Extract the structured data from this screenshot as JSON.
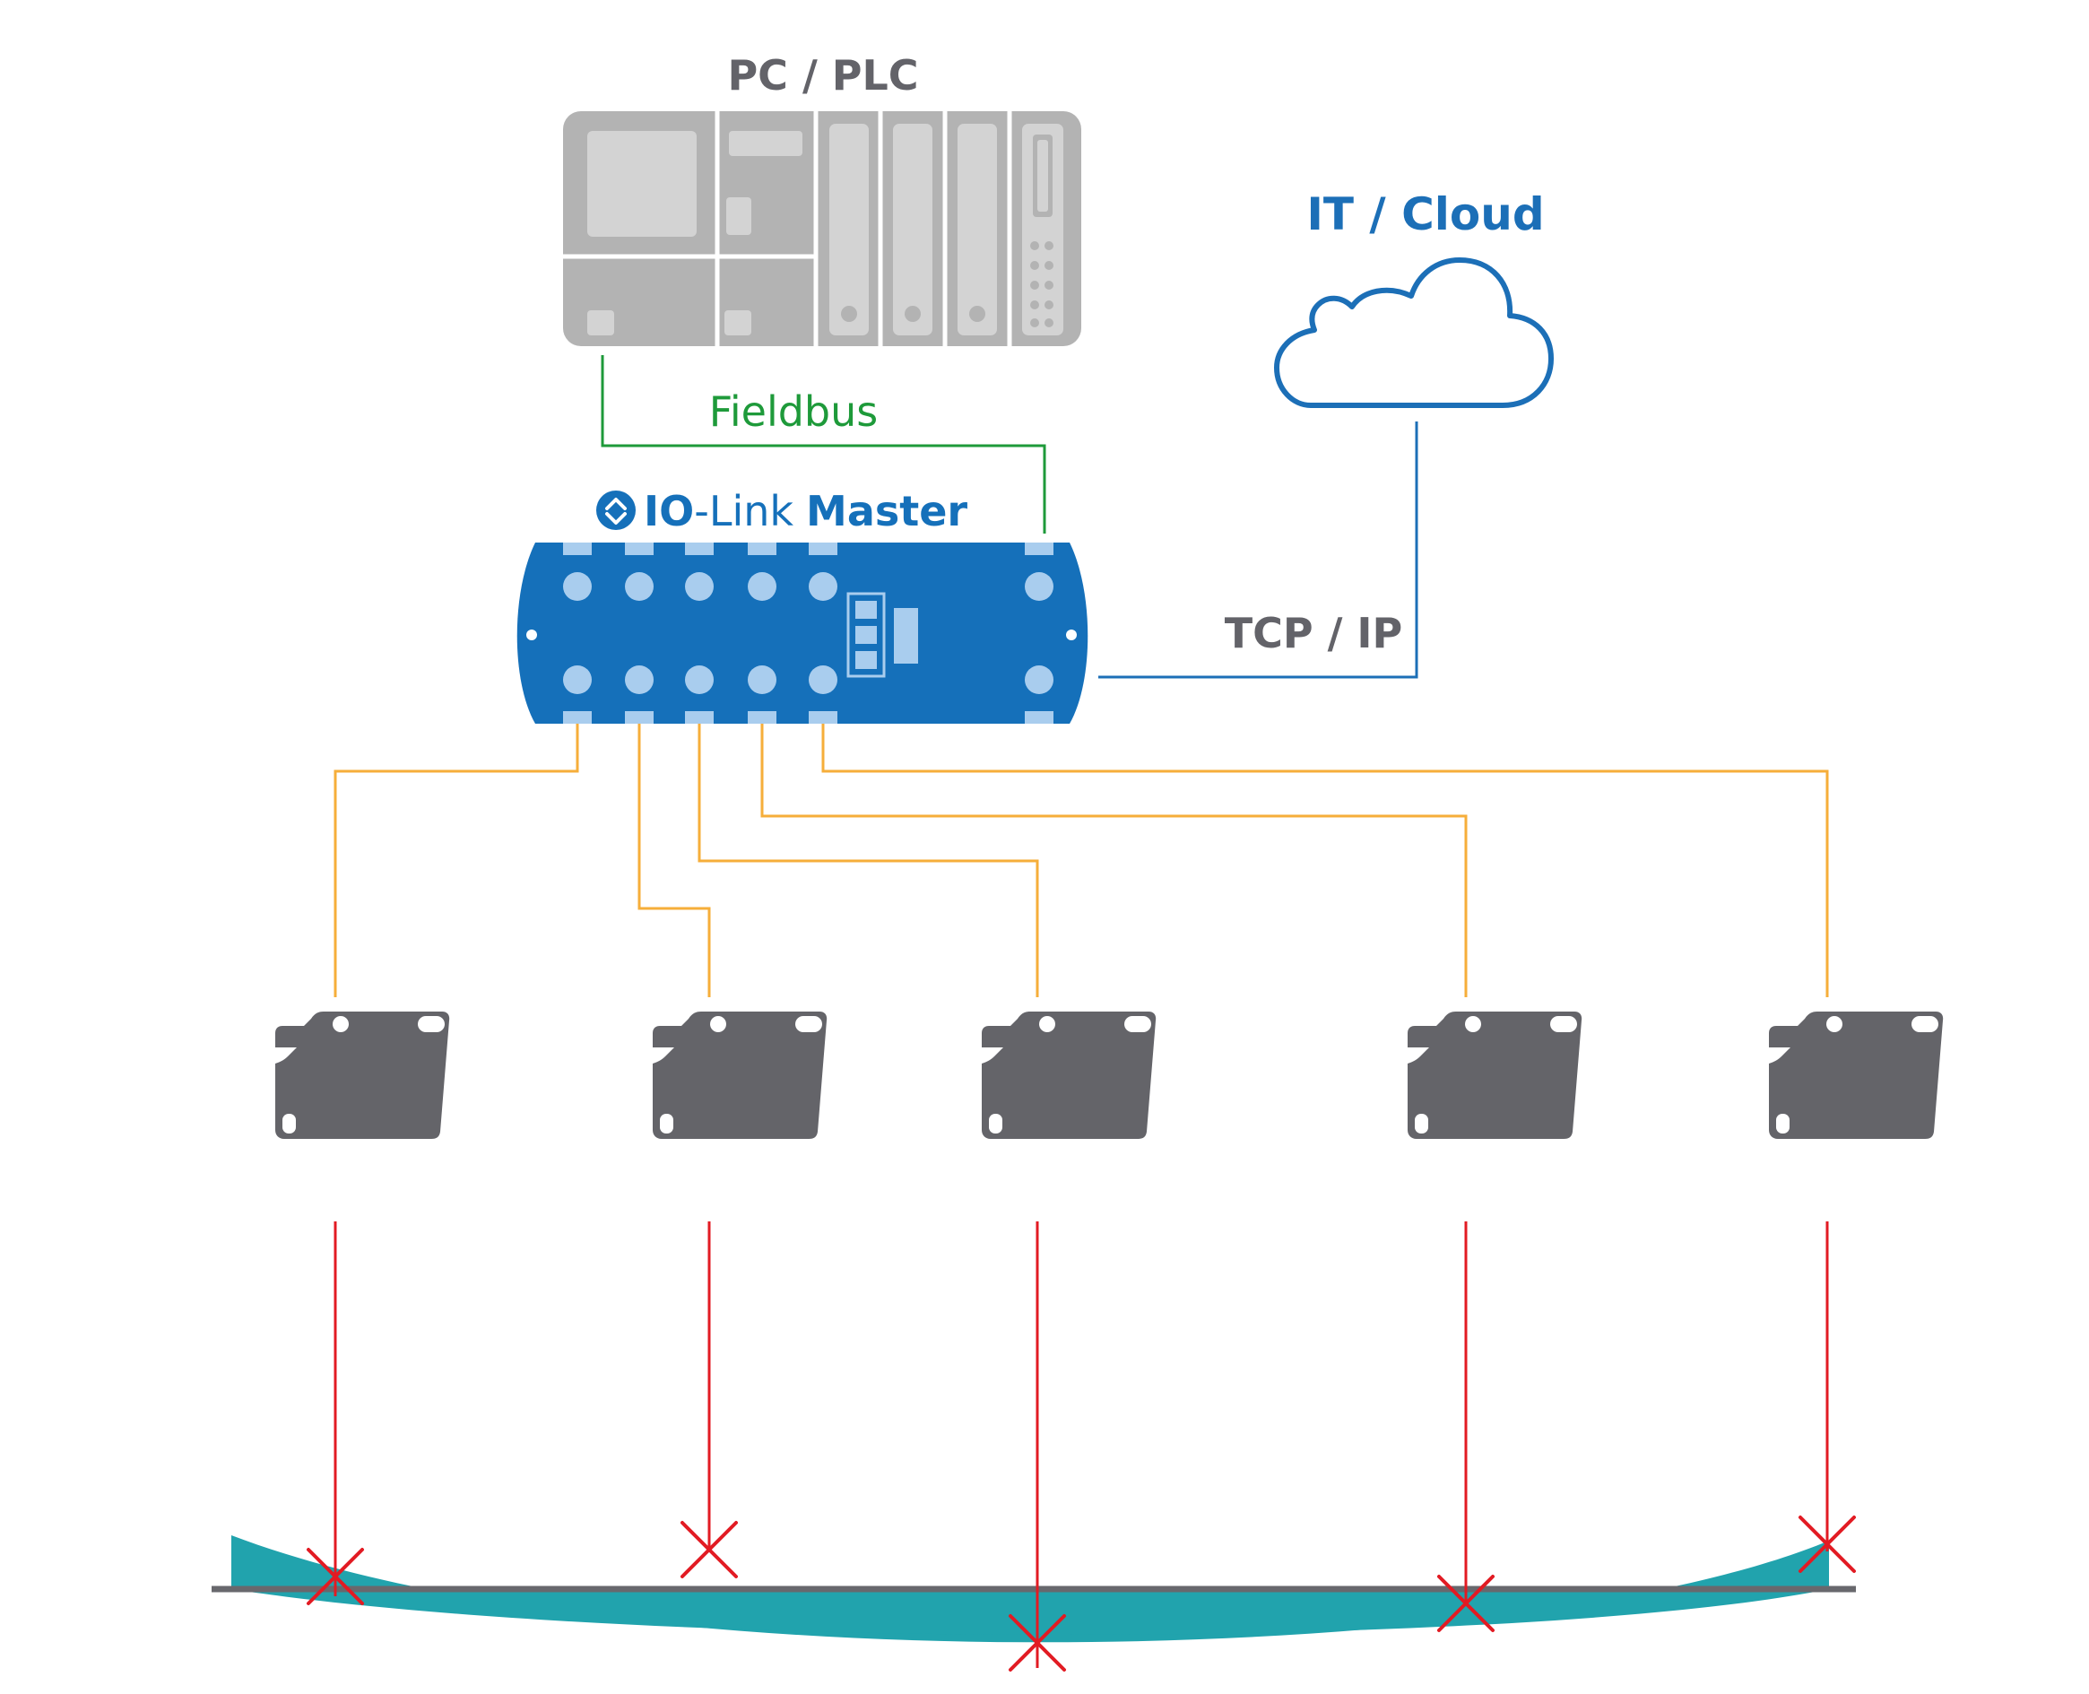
{
  "labels": {
    "pc_plc": "PC / PLC",
    "it_cloud": "IT / Cloud",
    "fieldbus": "Fieldbus",
    "tcp_ip": "TCP / IP",
    "iolink_io": "IO",
    "iolink_link": "-Link",
    "master": "Master"
  },
  "icons": [
    "plc-icon",
    "cloud-icon",
    "io-link-logo-icon",
    "io-link-master-icon",
    "sensor-icon",
    "measurement-cross-icon"
  ],
  "colors": {
    "plc_gray": "#b3b3b3",
    "plc_light": "#d3d3d3",
    "label_gray": "#636369",
    "cloud_blue": "#1c6fb7",
    "master_blue": "#1570ba",
    "port_light": "#a9cdee",
    "fieldbus_green": "#1e9a3a",
    "iolink_orange": "#f6ae3a",
    "sensor_gray": "#646469",
    "beam_red": "#e21b23",
    "surface_teal": "#21a3ad",
    "baseline_gray": "#68686d"
  }
}
